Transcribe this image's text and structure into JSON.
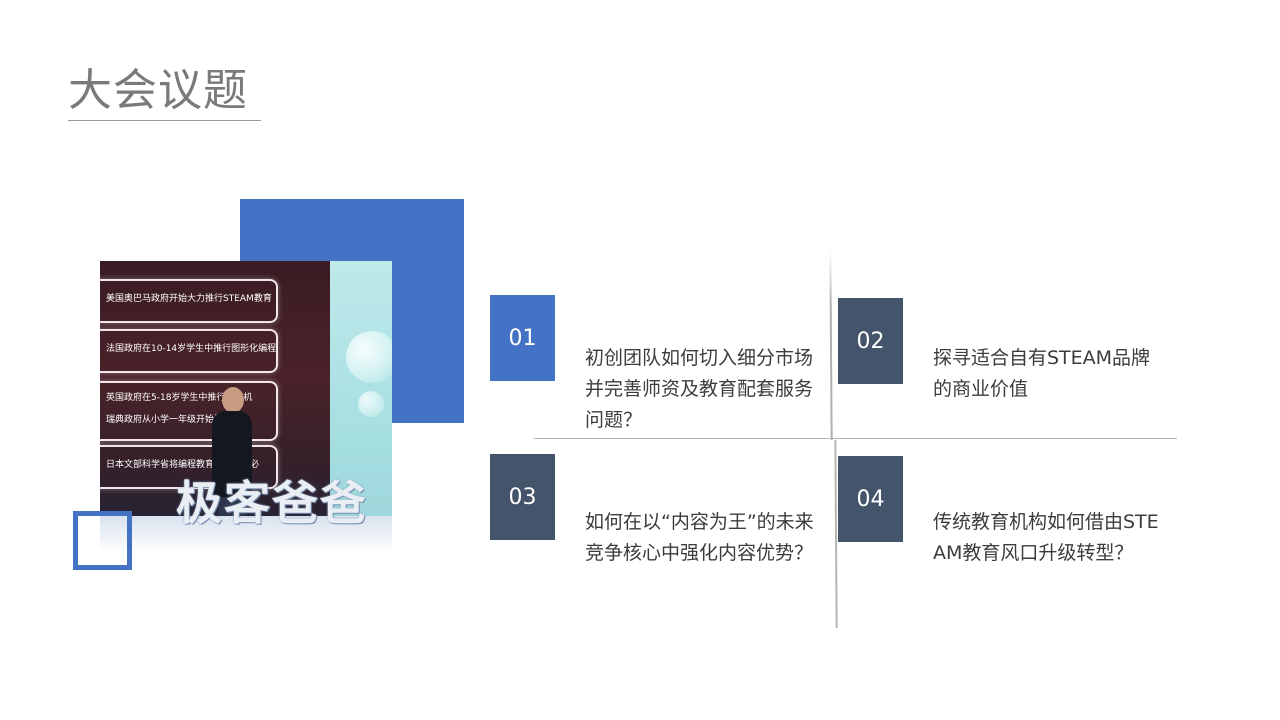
{
  "slide": {
    "title": "大会议题"
  },
  "photo": {
    "slides": [
      "美国奥巴马政府开始大力推行STEAM教育",
      "法国政府在10-14岁学生中推行图形化编程",
      "英国政府在5-18岁学生中推行计算机",
      "瑞典政府从小学一年级开始引入编",
      "日本文部科学省将编程教育纳入小学必"
    ],
    "brand_text": "极客爸爸"
  },
  "agenda": {
    "items": [
      {
        "number": "01",
        "text": "初创团队如何切入细分市场并完善师资及教育配套服务问题？",
        "color": "#4472c4"
      },
      {
        "number": "02",
        "text": "探寻适合自有STEAM品牌的商业价值",
        "color": "#44546a"
      },
      {
        "number": "03",
        "text": "如何在以“内容为王”的未来竞争核心中强化内容优势？",
        "color": "#44546a"
      },
      {
        "number": "04",
        "text": "传统教育机构如何借由STEAM教育风口升级转型？",
        "color": "#44546a"
      }
    ]
  },
  "colors": {
    "accent_blue": "#4472c4",
    "dark_slate": "#44546a",
    "title_gray": "#7a7a7a"
  }
}
